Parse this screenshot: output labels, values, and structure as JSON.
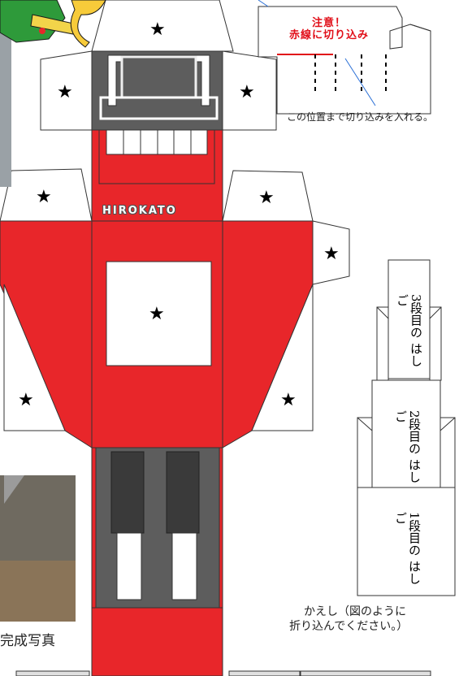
{
  "warning": {
    "title": "注意！",
    "body": "赤線に切り込み"
  },
  "cut_note": "この位置まで切り込みを入れる。",
  "brand_label": "HIROKATO",
  "ladders": [
    {
      "label": "3段目の はしご"
    },
    {
      "label": "2段目の はしご"
    },
    {
      "label": "1段目の はしご"
    }
  ],
  "fold_note": {
    "line1": "かえし（図のように",
    "line2": "折り込んでください。）"
  },
  "photo_caption": "完成写真",
  "star_glyph": "★",
  "colors": {
    "red": "#e8262a",
    "gray": "#5a5a5a",
    "dark": "#3a3a3a",
    "warning_red": "#e10f19",
    "blue_line": "#2a6fd6"
  }
}
